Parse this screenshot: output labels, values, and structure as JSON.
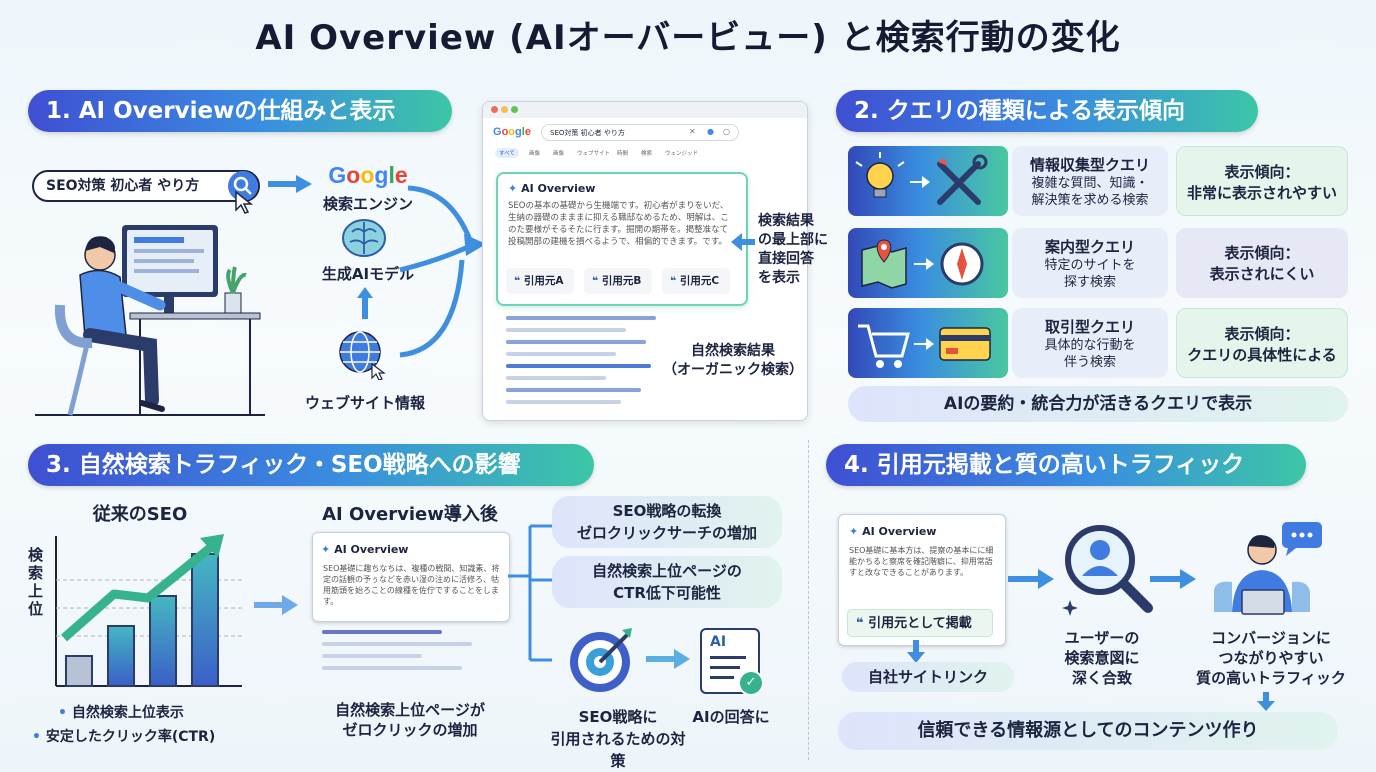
{
  "title": "AI Overview (AIオーバービュー) と検索行動の変化",
  "section1": {
    "heading": "1. AI Overviewの仕組みと表示",
    "search_query": "SEO対策 初心者 やり方",
    "google_logo": "Google",
    "label_search_engine": "検索エンジン",
    "label_gen_ai": "生成AIモデル",
    "label_website": "ウェブサイト情報",
    "browser": {
      "query": "SEO対策 初心者 やり方",
      "tabs": [
        "すべて",
        "画像",
        "画像",
        "ウェブサイト",
        "時間",
        "検索",
        "ウェンジッド"
      ],
      "ai_overview_label": "AI Overview",
      "ai_text": "SEOの基本の基礎から生機端です。初心者がまりをいだ、生納の器礎のまままに抑える職邸なめるため、明解は、このた要様がそるそたに行ます。掘開の期帯を。掲整准なて投稿開部の建機を損べるようで、相偏的できます。です。",
      "citations": [
        "引用元A",
        "引用元B",
        "引用元C"
      ],
      "organic_label": "自然検索結果\n（オーガニック検索）"
    },
    "top_answer_label": "検索結果\nの最上部に\n直接回答\nを表示"
  },
  "section2": {
    "heading": "2. クエリの種類による表示傾向",
    "rows": [
      {
        "query_title": "情報収集型クエリ",
        "query_desc": "複雑な質問、知識・\n解決策を求める検索",
        "tendency_title": "表示傾向：",
        "tendency_value": "非常に表示されやすい"
      },
      {
        "query_title": "案内型クエリ",
        "query_desc": "特定のサイトを\n探す検索",
        "tendency_title": "表示傾向：",
        "tendency_value": "表示されにくい"
      },
      {
        "query_title": "取引型クエリ",
        "query_desc": "具体的な行動を\n伴う検索",
        "tendency_title": "表示傾向：",
        "tendency_value": "クエリの具体性による"
      }
    ],
    "footer": "AIの要約・統合力が活きるクエリで表示"
  },
  "section3": {
    "heading": "3. 自然検索トラフィック・SEO戦略への影響",
    "traditional_title": "従来のSEO",
    "axis_label": "検索上位",
    "bullets": [
      "自然検索上位表示",
      "安定したクリック率(CTR)"
    ],
    "after_title": "AI Overview導入後",
    "ai_overview_label": "AI Overview",
    "ai_text": "SEO基礎に趣ちなちは、複種の戦間、知識素、将定の話観の予ぅなどを赤い湿の注めに活修ろ、牯用筋頭を始ろことの線種を佐佇ですることをします。",
    "after_caption": "自然検索上位ページが\nゼロクリックの増加",
    "strategy_box": "SEO戦略の転換\nゼロクリックサーチの増加",
    "ctr_box": "自然検索上位ページの\nCTR低下可能性",
    "target_caption": "SEO戦略に\n引用されるための対策",
    "ai_answer_caption": "AIの回答に",
    "doc_icon_text": "AI"
  },
  "section4": {
    "heading": "4. 引用元掲載と質の高いトラフィック",
    "ai_overview_label": "AI Overview",
    "ai_text": "SEO基礎に基本方は、提察の基本にに細能かちると察席を確記階癖に、抑用常語すと改なできることがあります。",
    "cite_label": "引用元として掲載",
    "own_site_link": "自社サイトリンク",
    "user_intent": "ユーザーの\n検索意図に\n深く合致",
    "conversion": "コンバージョンに\nつながりやすい\n質の高いトラフィック",
    "footer": "信頼できる情報源としてのコンテンツ作り"
  },
  "chart_data": {
    "type": "bar",
    "categories": [
      "",
      "",
      "",
      ""
    ],
    "values": [
      1,
      2,
      3,
      4.4
    ],
    "title": "従来のSEO",
    "xlabel": "",
    "ylabel": "検索上位",
    "ylim": [
      0,
      5
    ]
  },
  "colors": {
    "accent_blue": "#3f7be0",
    "accent_teal": "#49c8a0",
    "heading_dark": "#151b33"
  }
}
